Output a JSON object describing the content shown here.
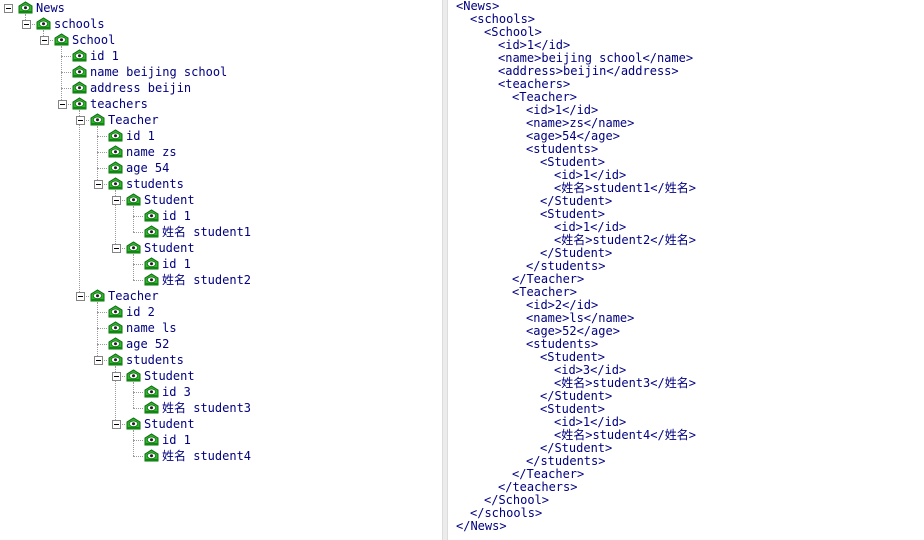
{
  "tree": {
    "nodes": [
      {
        "label": "News",
        "depth": 0,
        "expanded": true,
        "leaf": false
      },
      {
        "label": "schools",
        "depth": 1,
        "expanded": true,
        "leaf": false
      },
      {
        "label": "School",
        "depth": 2,
        "expanded": true,
        "leaf": false
      },
      {
        "label": "id 1",
        "depth": 3,
        "leaf": true
      },
      {
        "label": "name beijing school",
        "depth": 3,
        "leaf": true
      },
      {
        "label": "address beijin",
        "depth": 3,
        "leaf": true
      },
      {
        "label": "teachers",
        "depth": 3,
        "expanded": true,
        "leaf": false
      },
      {
        "label": "Teacher",
        "depth": 4,
        "expanded": true,
        "leaf": false
      },
      {
        "label": "id 1",
        "depth": 5,
        "leaf": true
      },
      {
        "label": "name zs",
        "depth": 5,
        "leaf": true
      },
      {
        "label": "age 54",
        "depth": 5,
        "leaf": true
      },
      {
        "label": "students",
        "depth": 5,
        "expanded": true,
        "leaf": false
      },
      {
        "label": "Student",
        "depth": 6,
        "expanded": true,
        "leaf": false
      },
      {
        "label": "id 1",
        "depth": 7,
        "leaf": true
      },
      {
        "label": "姓名 student1",
        "depth": 7,
        "leaf": true
      },
      {
        "label": "Student",
        "depth": 6,
        "expanded": true,
        "leaf": false
      },
      {
        "label": "id 1",
        "depth": 7,
        "leaf": true
      },
      {
        "label": "姓名 student2",
        "depth": 7,
        "leaf": true
      },
      {
        "label": "Teacher",
        "depth": 4,
        "expanded": true,
        "leaf": false
      },
      {
        "label": "id 2",
        "depth": 5,
        "leaf": true
      },
      {
        "label": "name ls",
        "depth": 5,
        "leaf": true
      },
      {
        "label": "age 52",
        "depth": 5,
        "leaf": true
      },
      {
        "label": "students",
        "depth": 5,
        "expanded": true,
        "leaf": false
      },
      {
        "label": "Student",
        "depth": 6,
        "expanded": true,
        "leaf": false
      },
      {
        "label": "id 3",
        "depth": 7,
        "leaf": true
      },
      {
        "label": "姓名 student3",
        "depth": 7,
        "leaf": true
      },
      {
        "label": "Student",
        "depth": 6,
        "expanded": true,
        "leaf": false
      },
      {
        "label": "id 1",
        "depth": 7,
        "leaf": true
      },
      {
        "label": "姓名 student4",
        "depth": 7,
        "leaf": true
      }
    ]
  },
  "xml": {
    "lines": [
      {
        "text": "<News>",
        "depth": 0
      },
      {
        "text": "<schools>",
        "depth": 1
      },
      {
        "text": "<School>",
        "depth": 2
      },
      {
        "text": "<id>1</id>",
        "depth": 3
      },
      {
        "text": "<name>beijing school</name>",
        "depth": 3
      },
      {
        "text": "<address>beijin</address>",
        "depth": 3
      },
      {
        "text": "<teachers>",
        "depth": 3
      },
      {
        "text": "<Teacher>",
        "depth": 4
      },
      {
        "text": "<id>1</id>",
        "depth": 5
      },
      {
        "text": "<name>zs</name>",
        "depth": 5
      },
      {
        "text": "<age>54</age>",
        "depth": 5
      },
      {
        "text": "<students>",
        "depth": 5
      },
      {
        "text": "<Student>",
        "depth": 6
      },
      {
        "text": "<id>1</id>",
        "depth": 7
      },
      {
        "text": "<姓名>student1</姓名>",
        "depth": 7
      },
      {
        "text": "</Student>",
        "depth": 6
      },
      {
        "text": "<Student>",
        "depth": 6
      },
      {
        "text": "<id>1</id>",
        "depth": 7
      },
      {
        "text": "<姓名>student2</姓名>",
        "depth": 7
      },
      {
        "text": "</Student>",
        "depth": 6
      },
      {
        "text": "</students>",
        "depth": 5
      },
      {
        "text": "</Teacher>",
        "depth": 4
      },
      {
        "text": "<Teacher>",
        "depth": 4
      },
      {
        "text": "<id>2</id>",
        "depth": 5
      },
      {
        "text": "<name>ls</name>",
        "depth": 5
      },
      {
        "text": "<age>52</age>",
        "depth": 5
      },
      {
        "text": "<students>",
        "depth": 5
      },
      {
        "text": "<Student>",
        "depth": 6
      },
      {
        "text": "<id>3</id>",
        "depth": 7
      },
      {
        "text": "<姓名>student3</姓名>",
        "depth": 7
      },
      {
        "text": "</Student>",
        "depth": 6
      },
      {
        "text": "<Student>",
        "depth": 6
      },
      {
        "text": "<id>1</id>",
        "depth": 7
      },
      {
        "text": "<姓名>student4</姓名>",
        "depth": 7
      },
      {
        "text": "</Student>",
        "depth": 6
      },
      {
        "text": "</students>",
        "depth": 5
      },
      {
        "text": "</Teacher>",
        "depth": 4
      },
      {
        "text": "</teachers>",
        "depth": 3
      },
      {
        "text": "</School>",
        "depth": 2
      },
      {
        "text": "</schools>",
        "depth": 1
      },
      {
        "text": "</News>",
        "depth": 0
      }
    ]
  },
  "colors": {
    "text": "#000080",
    "tree_lines": "#9a9a9a",
    "icon_green": "#1aa31a"
  }
}
